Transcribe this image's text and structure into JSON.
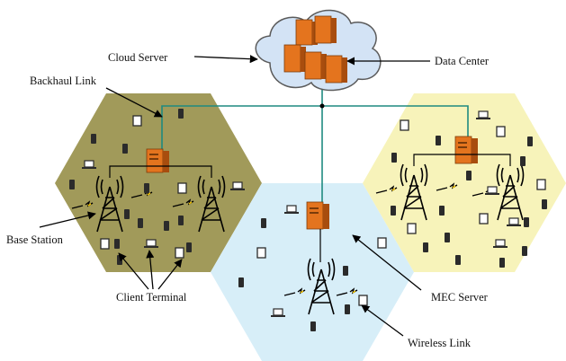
{
  "labels": {
    "cloud_server": "Cloud Server",
    "data_center": "Data Center",
    "backhaul_link": "Backhaul Link",
    "base_station": "Base Station",
    "client_terminal": "Client Terminal",
    "mec_server": "MEC Server",
    "wireless_link": "Wireless Link"
  },
  "colors": {
    "cell_left": "#a19a5a",
    "cell_middle": "#d7eef8",
    "cell_right": "#f7f3ba",
    "backhaul_line": "#1f8a80",
    "cloud_fill": "#d3e3f5",
    "server_orange": "#e4741e",
    "terminal_dark": "#2b2b2b",
    "lightning": "#f2c200"
  },
  "icons": {
    "cloud": "cloud-icon",
    "server": "server-icon",
    "tower": "antenna-tower-icon",
    "phone": "smartphone-icon",
    "tablet": "tablet-icon",
    "laptop": "laptop-icon",
    "link": "wireless-link-icon"
  }
}
